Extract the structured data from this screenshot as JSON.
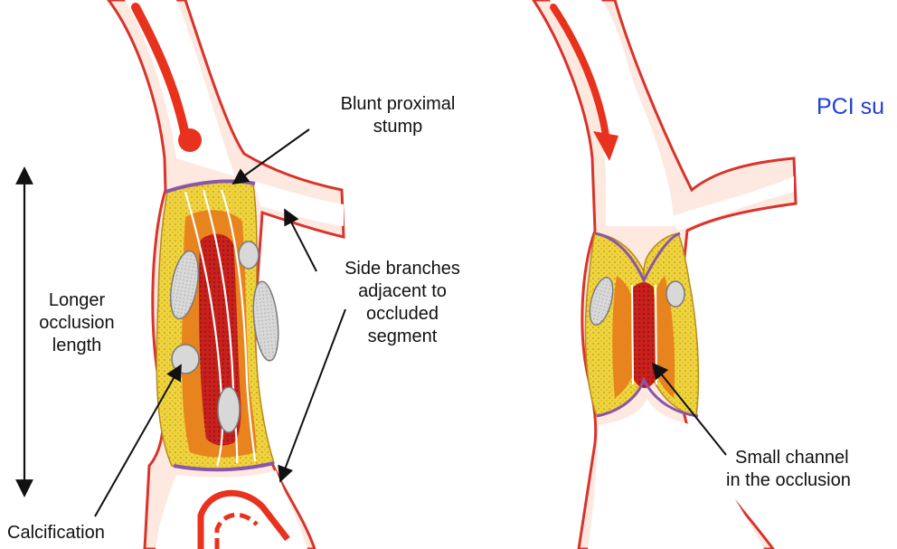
{
  "labels": {
    "blunt_stump_1": "Blunt proximal",
    "blunt_stump_2": "stump",
    "side_1": "Side branches",
    "side_2": "adjacent to",
    "side_3": "occluded",
    "side_4": "segment",
    "longer_1": "Longer",
    "longer_2": "occlusion",
    "longer_3": "length",
    "calcification": "Calcification",
    "small_1": "Small channel",
    "small_2": "in the occlusion",
    "pci": "PCI su"
  },
  "colors": {
    "vessel_outline": "#d9332b",
    "vessel_glow": "#f7c8b6",
    "flow_arrow": "#e8321e",
    "plaque_yellow": "#efd43c",
    "plaque_orange": "#e8841e",
    "core_red": "#c8201c",
    "calcium": "#d8d8d8",
    "cap_purple": "#8a56a8",
    "pci_text": "#1f3fd6"
  }
}
